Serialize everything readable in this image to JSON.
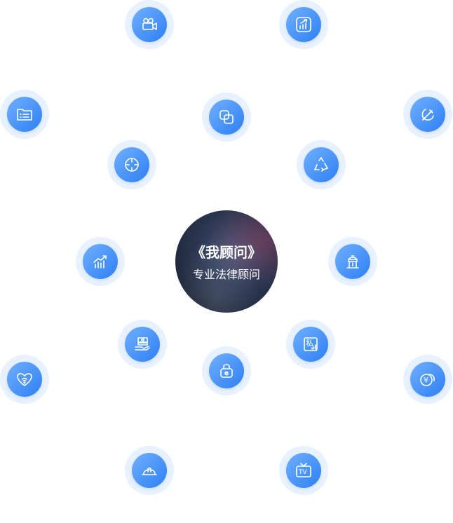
{
  "center": {
    "title": "《我顾问》",
    "subtitle": "专业法律顾问"
  },
  "nodes": [
    {
      "icon": "video-camera-icon"
    },
    {
      "icon": "chart-upload-icon"
    },
    {
      "icon": "folder-list-icon"
    },
    {
      "icon": "copy-overlap-icon"
    },
    {
      "icon": "party-emblem-icon"
    },
    {
      "icon": "target-crosshair-icon"
    },
    {
      "icon": "recycle-icon"
    },
    {
      "icon": "growth-chart-icon"
    },
    {
      "icon": "fire-hydrant-icon"
    },
    {
      "icon": "money-hand-icon"
    },
    {
      "icon": "private-sign-icon",
      "label": "私"
    },
    {
      "icon": "lock-e-icon"
    },
    {
      "icon": "heart-charity-icon"
    },
    {
      "icon": "yuan-coin-icon",
      "label": "¥"
    },
    {
      "icon": "safety-helmet-icon"
    },
    {
      "icon": "tv-icon",
      "label": "TV"
    }
  ],
  "colors": {
    "accent": "#2e7ff4",
    "accent_light": "#6fb0ff",
    "halo": "#e8f1fe"
  }
}
